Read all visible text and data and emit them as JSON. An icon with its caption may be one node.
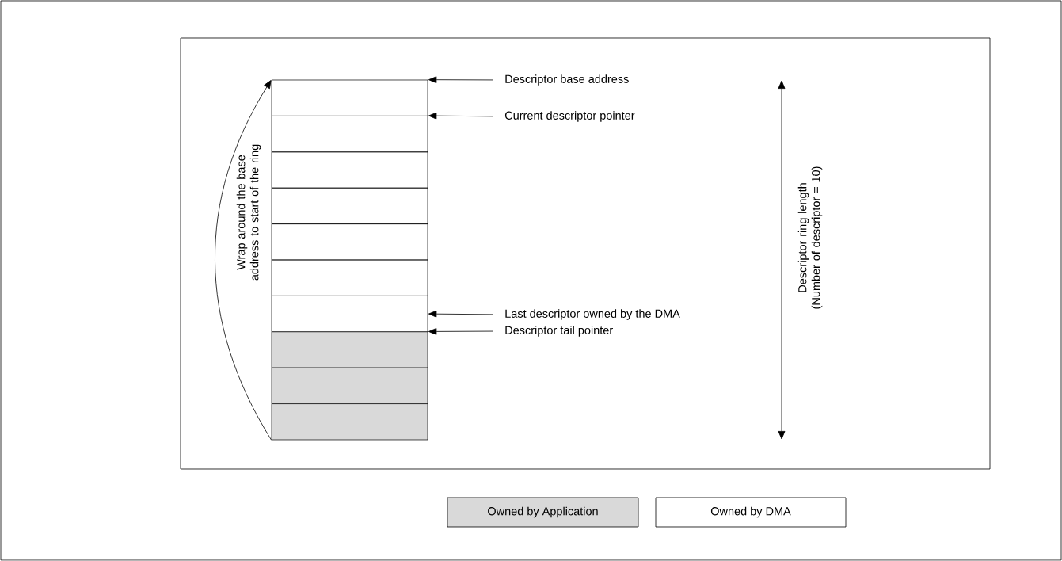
{
  "diagram": {
    "nodes": [
      {
        "text": [],
        "shape": "box"
      },
      {
        "text": [],
        "shape": "box"
      },
      {
        "text": [],
        "shape": "box"
      },
      {
        "text": [],
        "shape": "box"
      },
      {
        "text": [],
        "shape": "box"
      },
      {
        "text": [],
        "shape": "box"
      },
      {
        "text": [],
        "shape": "box"
      },
      {
        "text": [],
        "shape": "box"
      },
      {
        "text": [],
        "shape": "box"
      },
      {
        "text": [],
        "shape": "box"
      },
      {
        "text": [
          "Descriptor base address"
        ]
      },
      {
        "text": [
          "Current descriptor pointer"
        ]
      },
      {
        "text": [
          "Last descriptor owned by the DMA"
        ]
      },
      {
        "text": [
          "Descriptor tail pointer"
        ]
      }
    ],
    "edges": [
      {
        "from": 10,
        "to": 0,
        "arrow": "to"
      },
      {
        "from": 11,
        "to": 1,
        "arrow": "to"
      },
      {
        "from": 12,
        "to": 6,
        "arrow": "to"
      },
      {
        "from": 13,
        "to": 7,
        "arrow": "to"
      },
      {
        "from": 9,
        "to": 0,
        "arrow": "to",
        "label": "Wrap around the base address to start of the ring"
      }
    ],
    "labels": [
      "Descriptor ring length (Number of descriptor = 10)"
    ],
    "legend": [
      {
        "text": "Owned by Application",
        "color": "#d9d9d9"
      },
      {
        "text": "Owned by DMA"
      }
    ]
  }
}
